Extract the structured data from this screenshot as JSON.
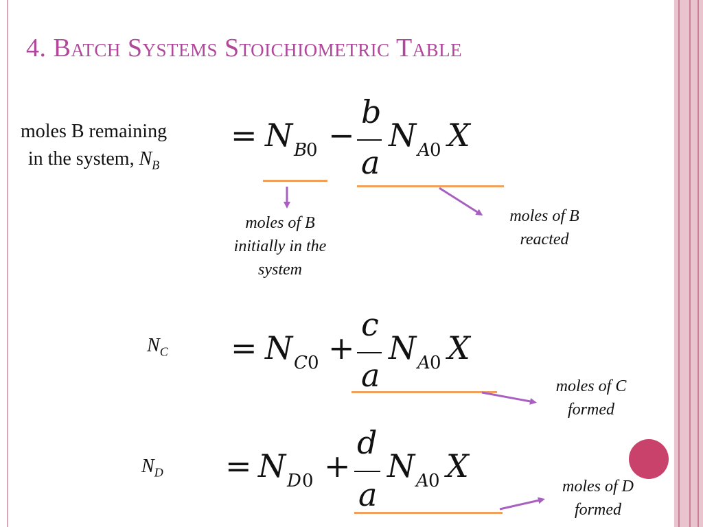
{
  "slide": {
    "title": "4. Batch Systems Stoichiometric Table",
    "colors": {
      "title": "#b0479a",
      "underline": "#f0a05a",
      "arrow": "#a860c0",
      "dot": "#c9426b"
    }
  },
  "row_b": {
    "label_line1": "moles B remaining",
    "label_line2": "in the system,",
    "var": "N",
    "var_sub": "B",
    "equation": {
      "equals": "=",
      "N": "N",
      "sub_species": "B",
      "sub_zero": "0",
      "op": "−",
      "numerator": "b",
      "denominator": "a",
      "N2": "N",
      "sub2_species": "A",
      "sub2_zero": "0",
      "X": "X"
    },
    "note_initial": [
      "moles of B",
      "initially in the",
      "system"
    ],
    "note_reacted": [
      "moles of B",
      "reacted"
    ]
  },
  "row_c": {
    "var": "N",
    "var_sub": "C",
    "equation": {
      "equals": "=",
      "N": "N",
      "sub_species": "C",
      "sub_zero": "0",
      "op": "+",
      "numerator": "c",
      "denominator": "a",
      "N2": "N",
      "sub2_species": "A",
      "sub2_zero": "0",
      "X": "X"
    },
    "note_formed": [
      "moles of C",
      "formed"
    ]
  },
  "row_d": {
    "var": "N",
    "var_sub": "D",
    "equation": {
      "equals": "=",
      "N": "N",
      "sub_species": "D",
      "sub_zero": "0",
      "op": "+",
      "numerator": "d",
      "denominator": "a",
      "N2": "N",
      "sub2_species": "A",
      "sub2_zero": "0",
      "X": "X"
    },
    "note_formed": [
      "moles of D",
      "formed"
    ]
  }
}
